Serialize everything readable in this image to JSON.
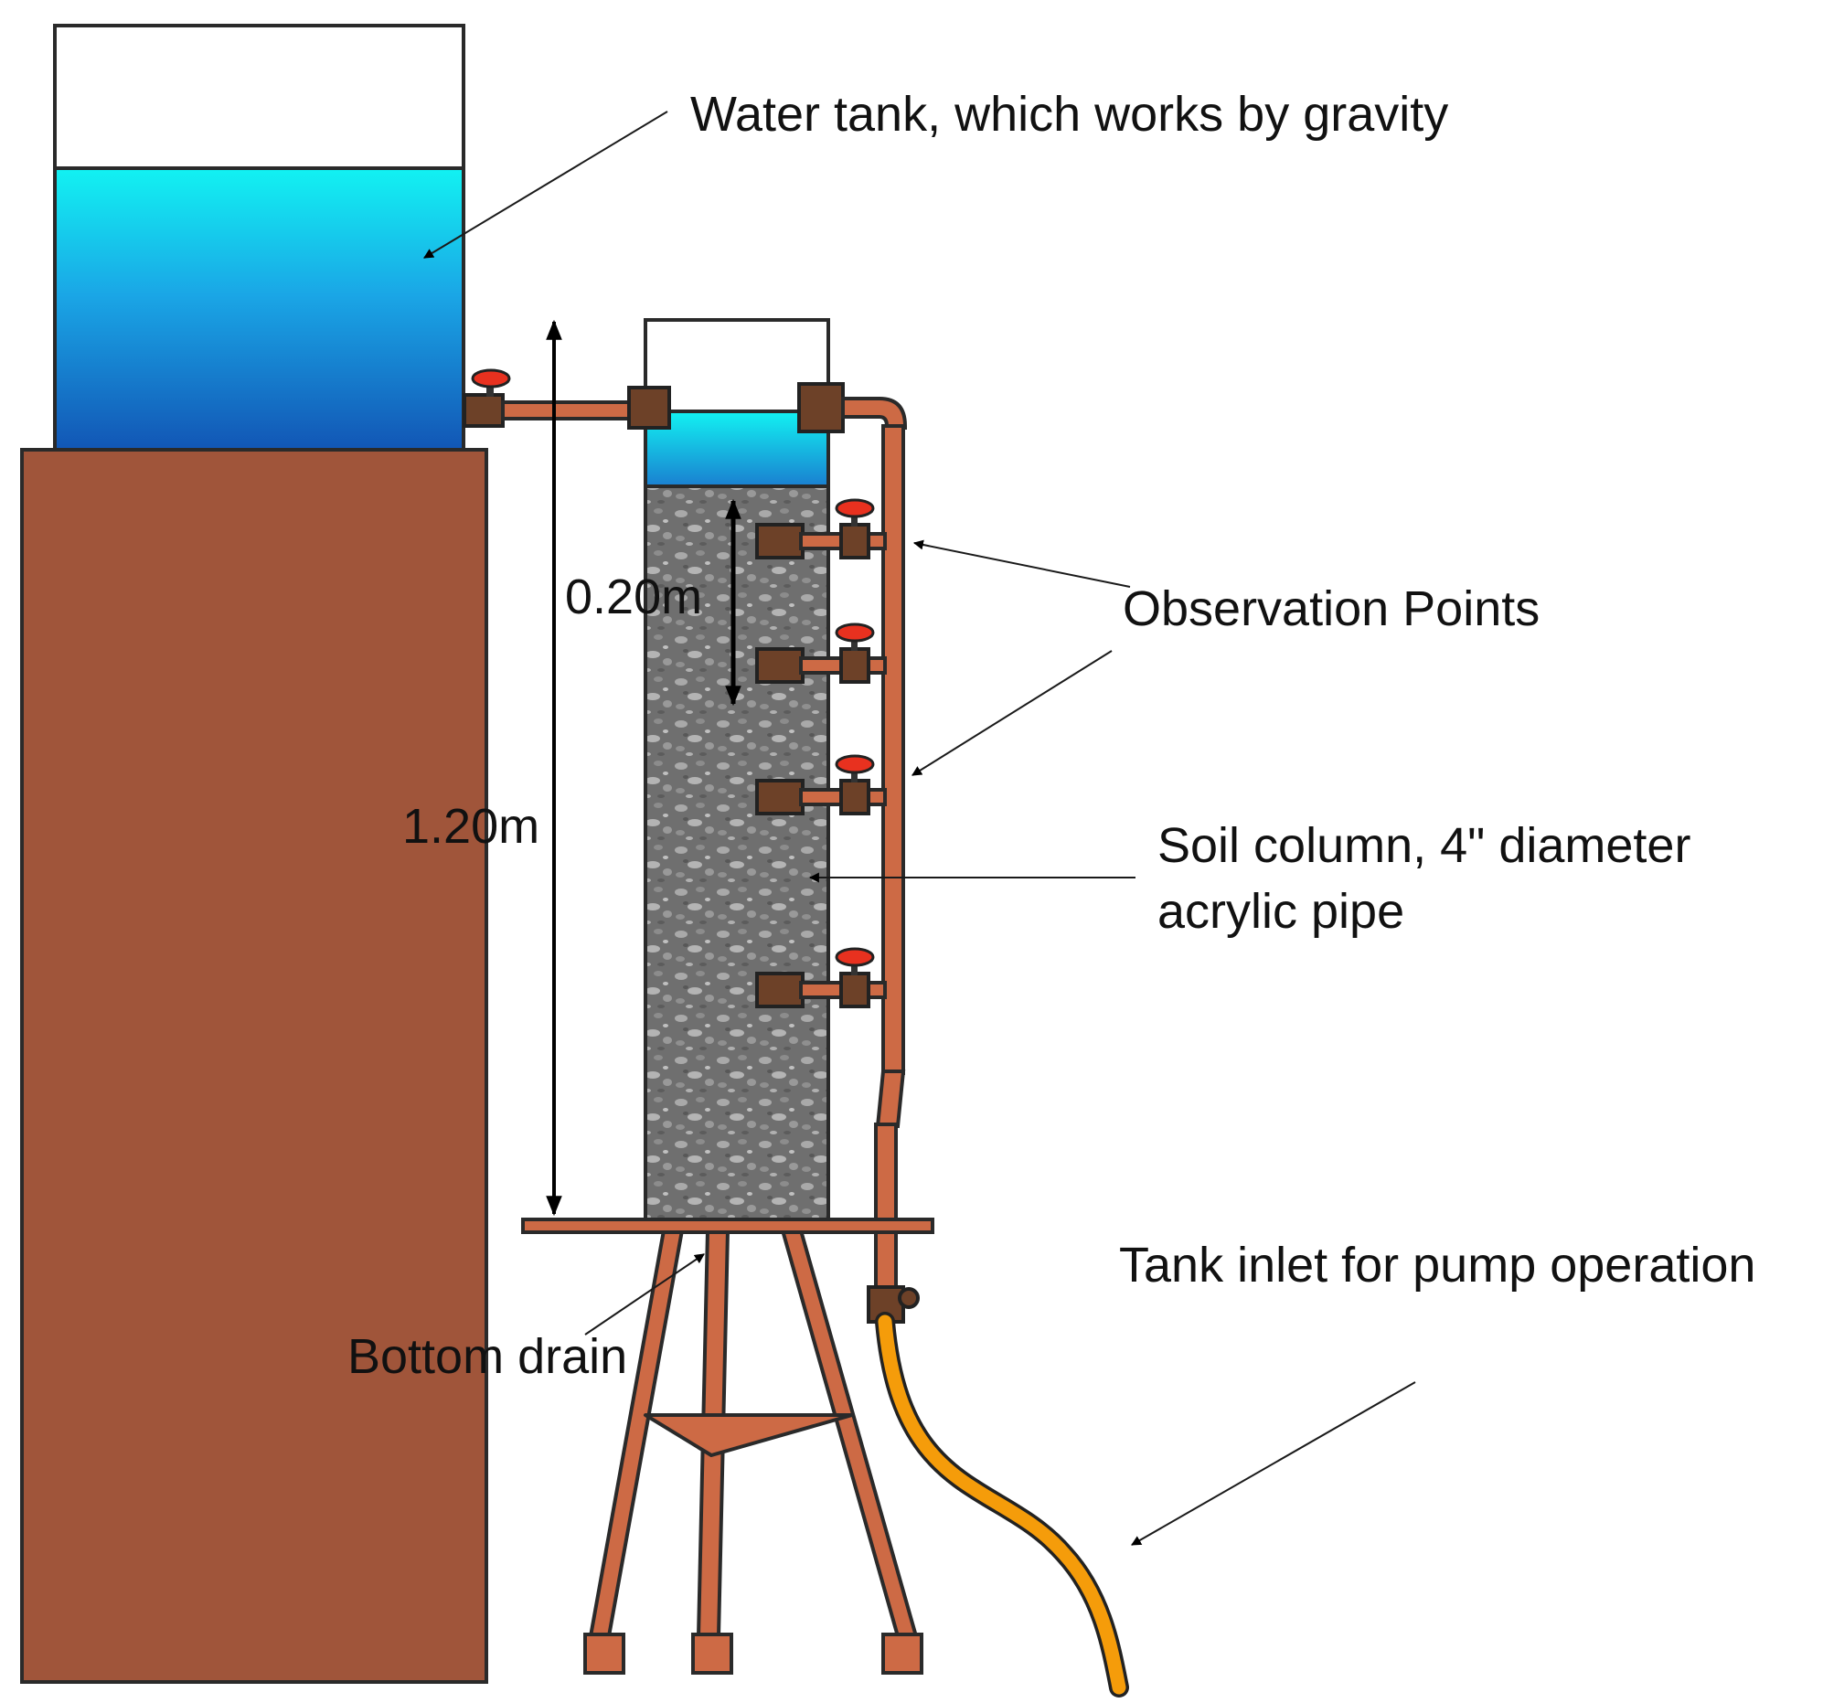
{
  "labels": {
    "water_tank": "Water tank, which works by gravity",
    "observation_points": "Observation Points",
    "soil_column_line1": "Soil column, 4\" diameter",
    "soil_column_line2": "acrylic pipe",
    "tank_inlet": "Tank inlet for pump operation",
    "bottom_drain": "Bottom drain",
    "dim_short": "0.20m",
    "dim_long": "1.20m"
  },
  "colors": {
    "water_top": "#12f2f2",
    "water_bottom": "#1256b5",
    "platform": "#a0553a",
    "pipe": "#cd6a45",
    "fitting": "#6d4128",
    "valve_handle": "#e8311f",
    "soil": "#707070",
    "hose": "#f59c0a"
  }
}
